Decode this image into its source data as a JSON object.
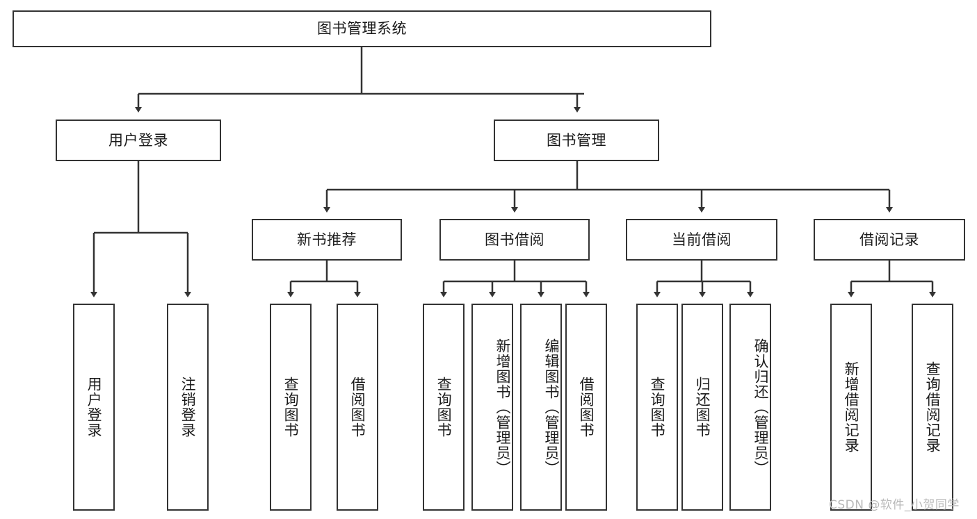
{
  "diagram": {
    "type": "tree-hierarchy",
    "title": "图书管理系统",
    "orientation": "top-down",
    "watermark": "CSDN @软件_小贺同学",
    "colors": {
      "border": "#333333",
      "background": "#ffffff",
      "text": "#1a1a1a",
      "watermark": "#b9b9b9"
    },
    "nodes": {
      "root": {
        "label": "图书管理系统",
        "level": 1
      },
      "level2": [
        {
          "id": "user-login",
          "label": "用户登录",
          "level": 2
        },
        {
          "id": "book-management",
          "label": "图书管理",
          "level": 2
        }
      ],
      "level3": [
        {
          "id": "new-book-recommend",
          "label": "新书推荐",
          "level": 3,
          "parent": "book-management"
        },
        {
          "id": "book-borrow",
          "label": "图书借阅",
          "level": 3,
          "parent": "book-management"
        },
        {
          "id": "current-borrow",
          "label": "当前借阅",
          "level": 3,
          "parent": "book-management"
        },
        {
          "id": "borrow-record",
          "label": "借阅记录",
          "level": 3,
          "parent": "book-management"
        }
      ],
      "leaves": [
        {
          "id": "leaf-user-login",
          "label": "用户登录",
          "parent": "user-login"
        },
        {
          "id": "leaf-logout-login",
          "label": "注销登录",
          "parent": "user-login"
        },
        {
          "id": "leaf-query-book-1",
          "label": "查询图书",
          "parent": "new-book-recommend"
        },
        {
          "id": "leaf-borrow-book-1",
          "label": "借阅图书",
          "parent": "new-book-recommend"
        },
        {
          "id": "leaf-query-book-2",
          "label": "查询图书",
          "parent": "book-borrow"
        },
        {
          "id": "leaf-add-book",
          "label": "新增图书（管理员）",
          "parent": "book-borrow"
        },
        {
          "id": "leaf-edit-book",
          "label": "编辑图书（管理员）",
          "parent": "book-borrow"
        },
        {
          "id": "leaf-borrow-book-2",
          "label": "借阅图书",
          "parent": "book-borrow"
        },
        {
          "id": "leaf-query-book-3",
          "label": "查询图书",
          "parent": "current-borrow"
        },
        {
          "id": "leaf-return-book",
          "label": "归还图书",
          "parent": "current-borrow"
        },
        {
          "id": "leaf-confirm-return",
          "label": "确认归还（管理员）",
          "parent": "current-borrow"
        },
        {
          "id": "leaf-add-record",
          "label": "新增借阅记录",
          "parent": "borrow-record"
        },
        {
          "id": "leaf-query-record",
          "label": "查询借阅记录",
          "parent": "borrow-record"
        }
      ]
    }
  }
}
